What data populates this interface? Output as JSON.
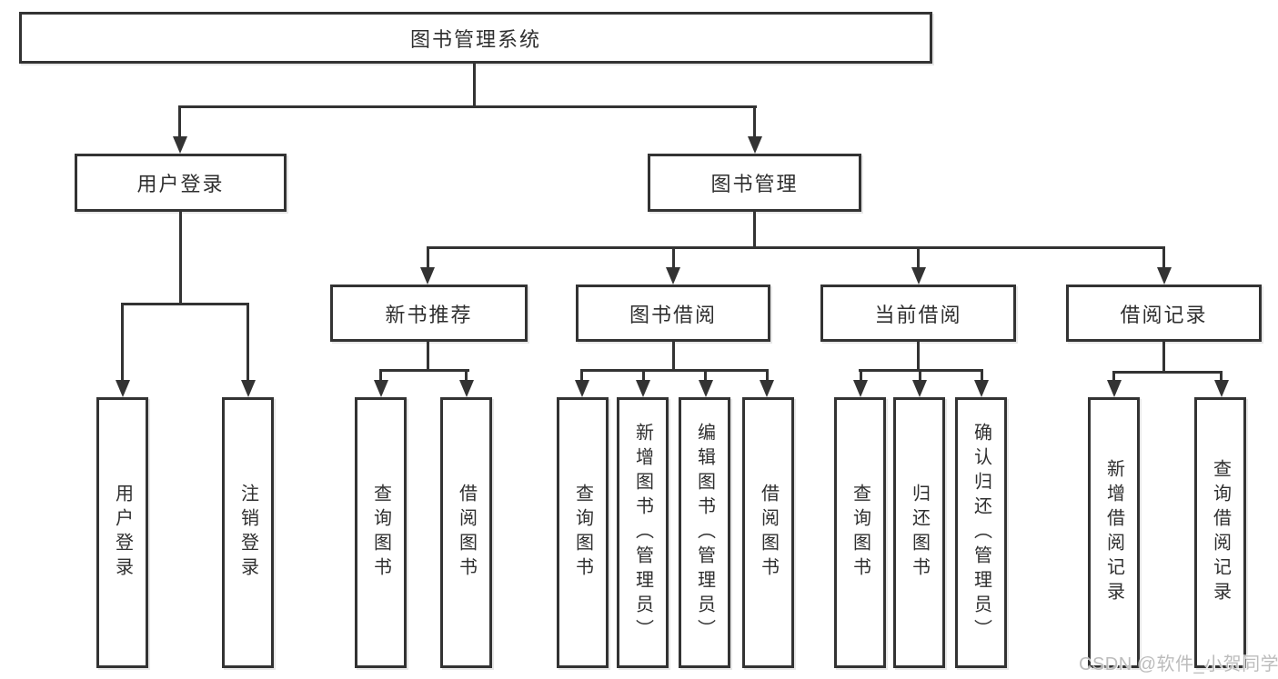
{
  "tree": {
    "root": {
      "label": "图书管理系统"
    },
    "branches": [
      {
        "label": "用户登录",
        "leaves": [
          {
            "label": "用户登录"
          },
          {
            "label": "注销登录"
          }
        ]
      },
      {
        "label": "图书管理",
        "groups": [
          {
            "label": "新书推荐",
            "leaves": [
              {
                "label": "查询图书"
              },
              {
                "label": "借阅图书"
              }
            ]
          },
          {
            "label": "图书借阅",
            "leaves": [
              {
                "label": "查询图书"
              },
              {
                "label": "新增图书（管理员）"
              },
              {
                "label": "编辑图书（管理员）"
              },
              {
                "label": "借阅图书"
              }
            ]
          },
          {
            "label": "当前借阅",
            "leaves": [
              {
                "label": "查询图书"
              },
              {
                "label": "归还图书"
              },
              {
                "label": "确认归还（管理员）"
              }
            ]
          },
          {
            "label": "借阅记录",
            "leaves": [
              {
                "label": "新增借阅记录"
              },
              {
                "label": "查询借阅记录"
              }
            ]
          }
        ]
      }
    ]
  },
  "watermark": {
    "text": "CSDN @软件_小贺同学"
  },
  "colors": {
    "line": "#333333",
    "text": "#2f2f2f",
    "watermark": "#bcbcbc",
    "background": "#ffffff"
  }
}
